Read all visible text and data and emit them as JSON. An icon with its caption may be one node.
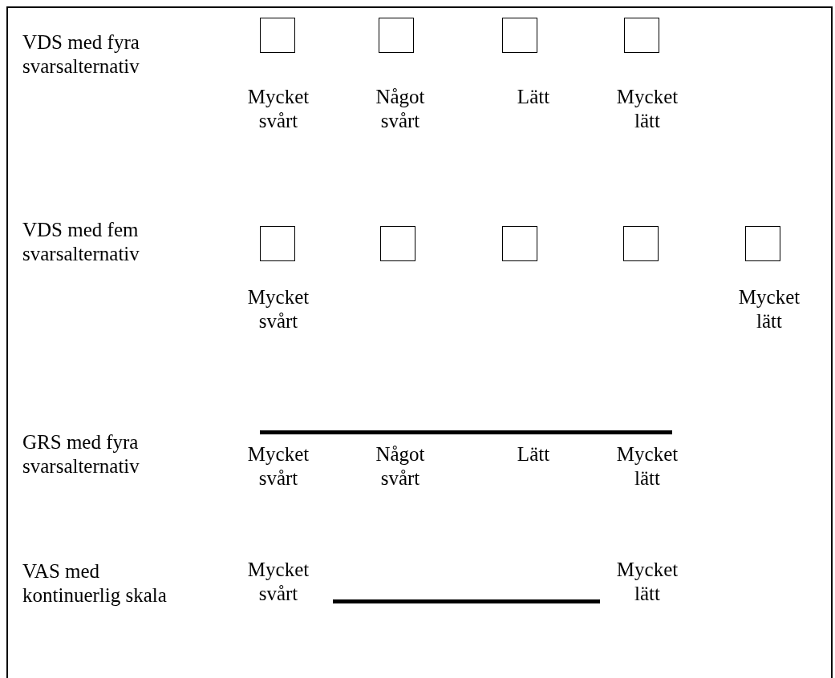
{
  "diagram": {
    "labels": [
      "VDS med fyra svarsalternativ",
      "Mycket svårt",
      "Något svårt",
      "Lätt",
      "Mycket lätt",
      "VDS med fem svarsalternativ",
      "Mycket svårt",
      "Mycket lätt",
      "GRS med fyra svarsalternativ",
      "Mycket svårt",
      "Något svårt",
      "Lätt",
      "Mycket lätt",
      "VAS med kontinuerlig skala",
      "Mycket svårt",
      "Mycket lätt"
    ]
  }
}
